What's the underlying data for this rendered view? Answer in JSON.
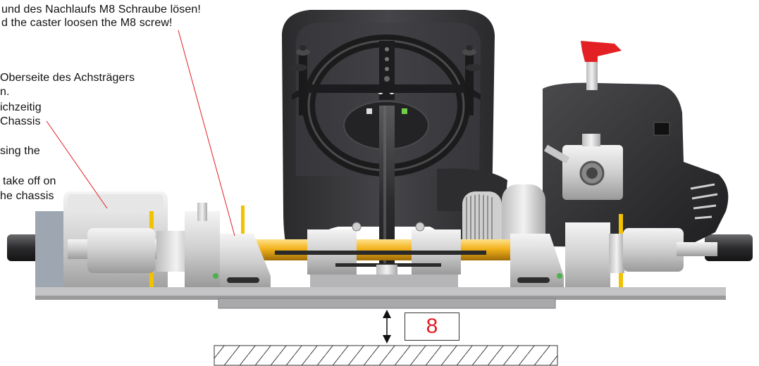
{
  "annotations": {
    "top_de": "und des Nachlaufs M8 Schraube lösen!",
    "top_en": "d the caster loosen the M8 screw!",
    "left_lines": [
      "Oberseite des Achsträgers",
      "n.",
      "ichzeitig",
      "Chassis",
      "sing the",
      "take off on",
      "he chassis"
    ]
  },
  "measurement": {
    "value": "8"
  },
  "colors": {
    "annotation_line": "#e31e24",
    "measurement_value": "#e31e24",
    "axle_tube": "#f2b21c",
    "handle_knob": "#e32024",
    "seat": "#3a3a3c",
    "chassis_plate": "#a9a9ab"
  },
  "icons": [
    "double-arrow-icon",
    "ground-hatch-icon"
  ]
}
